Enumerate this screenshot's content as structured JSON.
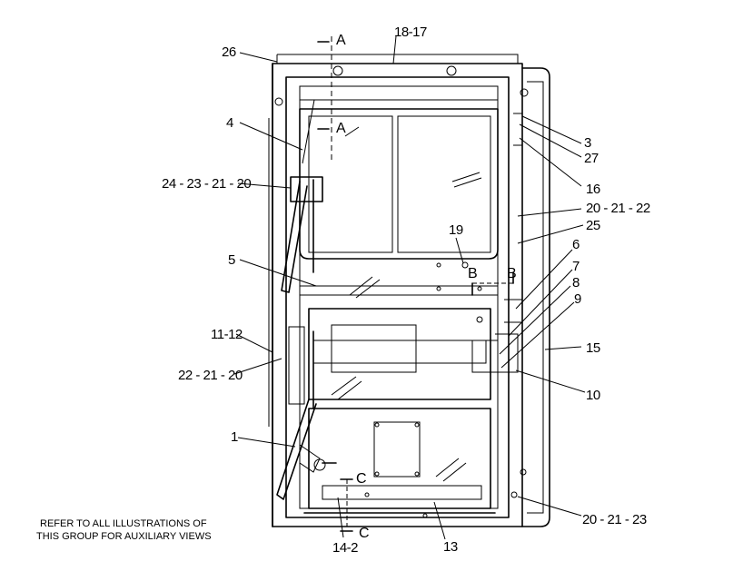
{
  "callouts": {
    "c1": "1",
    "c3": "3",
    "c4": "4",
    "c5": "5",
    "c6": "6",
    "c7": "7",
    "c8": "8",
    "c9": "9",
    "c10": "10",
    "c11_12": "11-12",
    "c13": "13",
    "c14_2": "14-2",
    "c15": "15",
    "c16": "16",
    "c18_17": "18-17",
    "c19": "19",
    "c20_21_22": "20 - 21 - 22",
    "c20_21_23": "20 - 21 - 23",
    "c22_21_20": "22 - 21 - 20",
    "c24_23_21_20": "24 - 23 - 21 - 20",
    "c25": "25",
    "c26": "26",
    "c27": "27"
  },
  "sections": {
    "a_top": "A",
    "a_mid": "A",
    "b_left": "B",
    "b_right": "B",
    "c_top": "C",
    "c_bottom": "C"
  },
  "note": {
    "line1": "REFER TO ALL ILLUSTRATIONS OF",
    "line2": "THIS GROUP FOR AUXILIARY VIEWS"
  }
}
